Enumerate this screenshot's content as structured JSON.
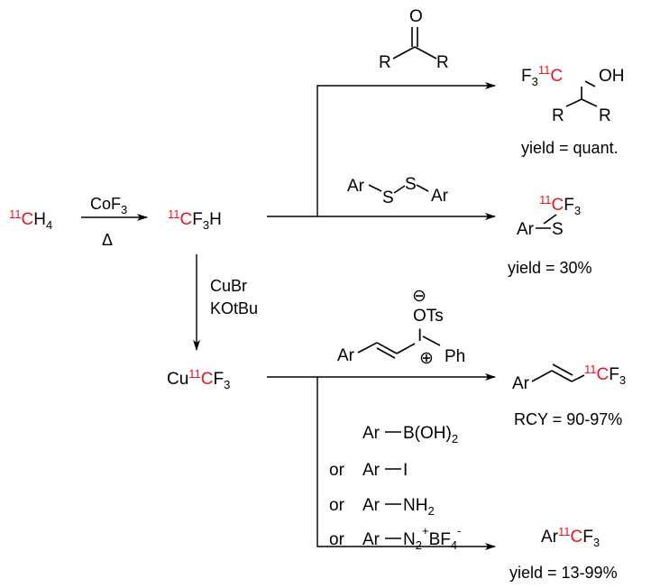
{
  "colors": {
    "isotope_label": "#e8141c",
    "text": "#000000"
  },
  "start": {
    "mass": "11",
    "element": "C",
    "formula_tail": "H",
    "count": "4"
  },
  "step1": {
    "reagent_element": "CoF",
    "reagent_count": "3",
    "condition": "Δ"
  },
  "fluoroform": {
    "mass": "11",
    "element": "C",
    "f": "F",
    "f_count": "3",
    "h": "H"
  },
  "step_cu": {
    "reagent1": "CuBr",
    "reagent2": "KOtBu"
  },
  "cu_reagent": {
    "cu": "Cu",
    "mass": "11",
    "element": "C",
    "f": "F",
    "f_count": "3"
  },
  "ketone": {
    "o": "O",
    "r_left": "R",
    "r_right": "R"
  },
  "product_alcohol": {
    "f": "F",
    "f_count": "3",
    "mass": "11",
    "element": "C",
    "oh": "OH",
    "r_left": "R",
    "r_right": "R",
    "yield": "yield = quant."
  },
  "disulfide": {
    "ar_left": "Ar",
    "s1": "S",
    "s2": "S",
    "ar_right": "Ar"
  },
  "product_thioether": {
    "ar": "Ar",
    "s": "S",
    "mass": "11",
    "element": "C",
    "f": "F",
    "f_count": "3",
    "yield": "yield = 30%"
  },
  "iodonium": {
    "counterion_charge": "⊖",
    "counterion": "OTs",
    "ar": "Ar",
    "i": "I",
    "i_charge": "⊕",
    "ph": "Ph"
  },
  "product_alkene": {
    "ar": "Ar",
    "mass": "11",
    "element": "C",
    "f": "F",
    "f_count": "3",
    "yield": "RCY = 90-97%"
  },
  "aryl_reagents": {
    "items": [
      {
        "prefix": "",
        "ar": "Ar",
        "group": "B(OH)",
        "group_sub": "2",
        "group_sup": "",
        "group_tail": ""
      },
      {
        "prefix": "or",
        "ar": "Ar",
        "group": "I",
        "group_sub": "",
        "group_sup": "",
        "group_tail": ""
      },
      {
        "prefix": "or",
        "ar": "Ar",
        "group": "NH",
        "group_sub": "2",
        "group_sup": "",
        "group_tail": ""
      },
      {
        "prefix": "or",
        "ar": "Ar",
        "group": "N",
        "group_sub": "2",
        "group_sup": "+",
        "group_tail": "BF"
      }
    ],
    "bf_sub": "4",
    "bf_sup": "-"
  },
  "product_arene": {
    "ar": "Ar",
    "mass": "11",
    "element": "C",
    "f": "F",
    "f_count": "3",
    "yield": "yield = 13-99%"
  }
}
